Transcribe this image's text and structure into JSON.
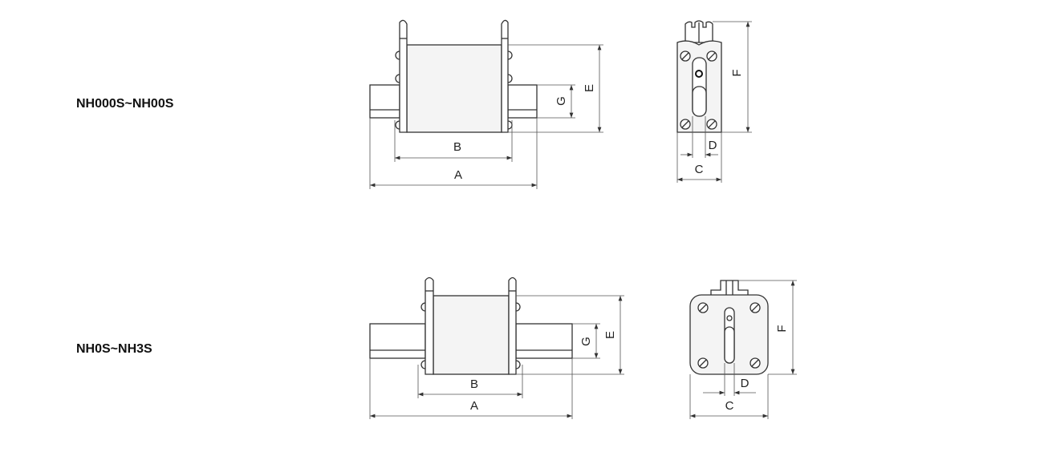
{
  "models": [
    {
      "name": "NH000S~NH00S",
      "dims": {
        "A": "A",
        "B": "B",
        "C": "C",
        "D": "D",
        "E": "E",
        "F": "F",
        "G": "G"
      }
    },
    {
      "name": "NH0S~NH3S",
      "dims": {
        "A": "A",
        "B": "B",
        "C": "C",
        "D": "D",
        "E": "E",
        "F": "F",
        "G": "G"
      }
    }
  ]
}
